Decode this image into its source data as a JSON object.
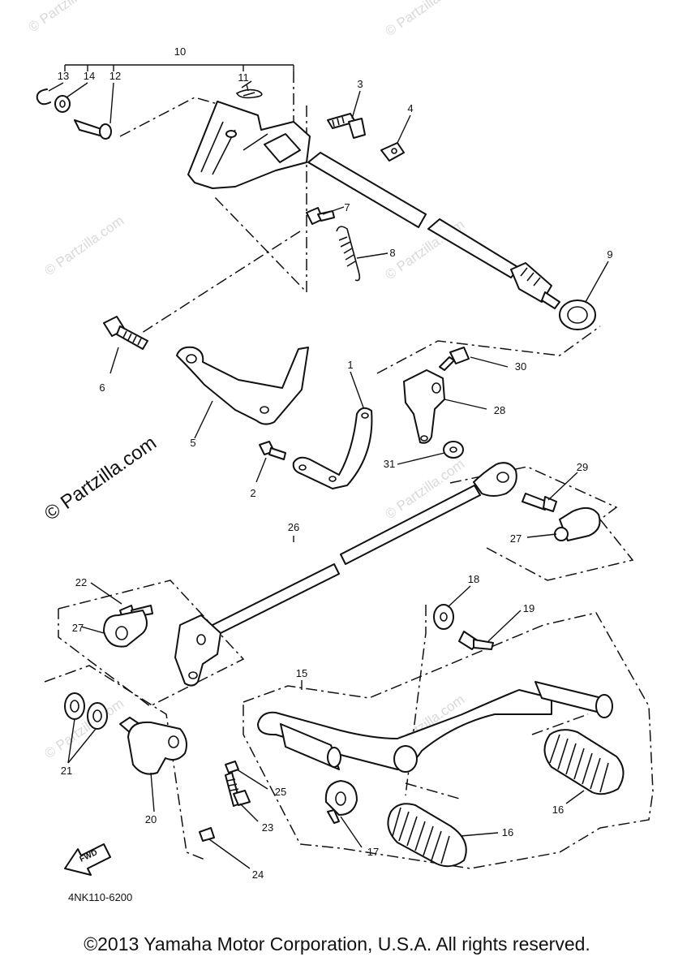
{
  "callouts": {
    "c1": "1",
    "c2": "2",
    "c3": "3",
    "c4": "4",
    "c5": "5",
    "c6": "6",
    "c7": "7",
    "c8": "8",
    "c9": "9",
    "c10": "10",
    "c11": "11",
    "c12": "12",
    "c13": "13",
    "c14": "14",
    "c15": "15",
    "c16a": "16",
    "c16b": "16",
    "c17": "17",
    "c18": "18",
    "c19": "19",
    "c20": "20",
    "c21": "21",
    "c22": "22",
    "c23": "23",
    "c24": "24",
    "c25": "25",
    "c26": "26",
    "c27a": "27",
    "c27b": "27",
    "c28": "28",
    "c29": "29",
    "c30": "30",
    "c31": "31"
  },
  "diagram_code": "4NK110-6200",
  "fwd_label": "FWD",
  "watermarks": {
    "main": "© Partzilla.com",
    "small": "© Partzilla.com"
  },
  "copyright": "©2013  Yamaha Motor Corporation, U.S.A. All rights reserved."
}
